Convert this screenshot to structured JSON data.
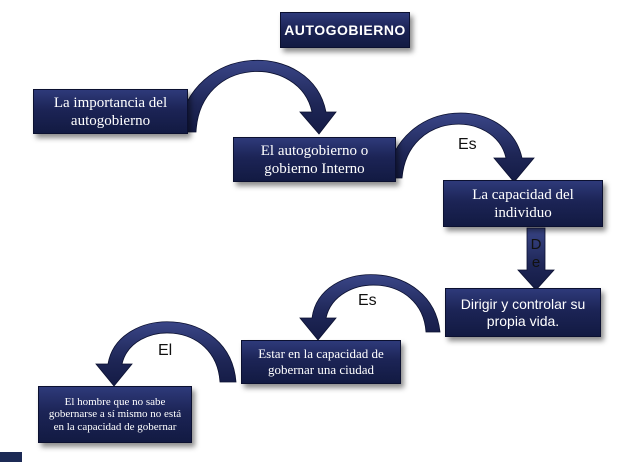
{
  "title": "AUTOGOBIERNO",
  "boxes": {
    "importancia": "La importancia del autogobierno",
    "autogobierno": "El autogobierno o gobierno Interno",
    "capacidad": "La capacidad del individuo",
    "dirigir": "Dirigir y controlar su propia vida.",
    "estar": "Estar en la capacidad de gobernar una ciudad",
    "hombre": "El hombre que no sabe gobernarse a sí mismo no está en la capacidad de gobernar"
  },
  "connectors": {
    "es_1": "Es",
    "de_1": "D",
    "de_2": "e",
    "es_2": "Es",
    "el": "El"
  },
  "colors": {
    "box_fill_top": "#2e3a7a",
    "box_fill_bottom": "#121a42",
    "arrow": "#1e2656"
  }
}
